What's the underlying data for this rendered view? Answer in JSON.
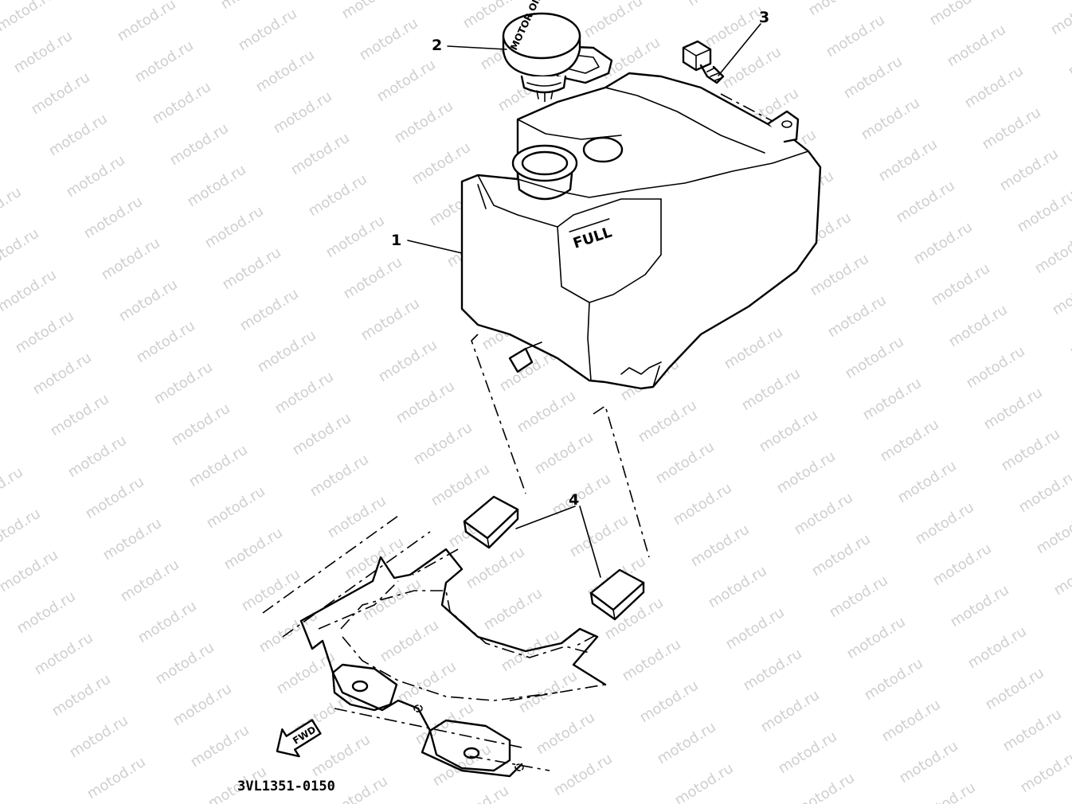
{
  "watermark": {
    "text": "motod.ru"
  },
  "callouts": [
    {
      "id": "1",
      "label": "1"
    },
    {
      "id": "2",
      "label": "2"
    },
    {
      "id": "3",
      "label": "3"
    },
    {
      "id": "4",
      "label": "4"
    }
  ],
  "tank": {
    "embossed_label": "FULL"
  },
  "cap": {
    "embossed_label": "MOTOR OIL"
  },
  "direction_arrow": {
    "label": "FWD"
  },
  "diagram_code": "3VL1351-0150"
}
